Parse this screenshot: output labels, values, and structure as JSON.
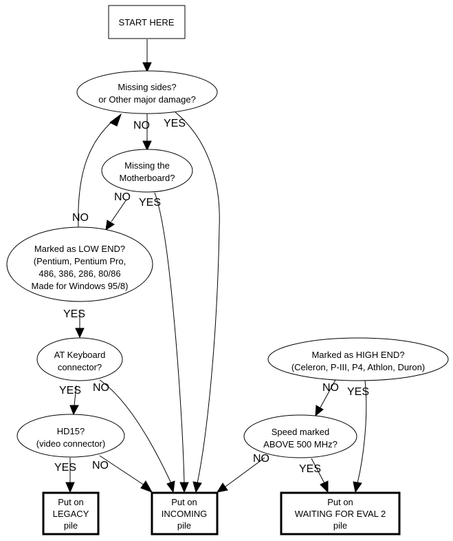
{
  "nodes": {
    "start": {
      "lines": [
        "START HERE"
      ]
    },
    "missing_sides": {
      "lines": [
        "Missing sides?",
        "or Other major damage?"
      ]
    },
    "missing_motherboard": {
      "lines": [
        "Missing the",
        "Motherboard?"
      ]
    },
    "low_end": {
      "lines": [
        "Marked as LOW END?",
        "(Pentium, Pentium Pro,",
        "486, 386, 286, 80/86",
        "Made for Windows 95/8)"
      ]
    },
    "at_keyboard": {
      "lines": [
        "AT Keyboard",
        "connector?"
      ]
    },
    "hd15": {
      "lines": [
        "HD15?",
        "(video connector)"
      ]
    },
    "high_end": {
      "lines": [
        "Marked as HIGH END?",
        "(Celeron, P-III, P4, Athlon, Duron)"
      ]
    },
    "speed": {
      "lines": [
        "Speed marked",
        "ABOVE 500 MHz?"
      ]
    },
    "legacy": {
      "lines": [
        "Put on",
        "LEGACY",
        "pile"
      ]
    },
    "incoming": {
      "lines": [
        "Put on",
        "INCOMING",
        "pile"
      ]
    },
    "waiting": {
      "lines": [
        "Put on",
        "WAITING FOR EVAL 2",
        "pile"
      ]
    }
  },
  "edges": {
    "start_to_sides": {
      "label": ""
    },
    "sides_no": {
      "label": "NO"
    },
    "sides_yes": {
      "label": "YES"
    },
    "mobo_no": {
      "label": "NO"
    },
    "mobo_yes": {
      "label": "YES"
    },
    "low_no": {
      "label": "NO"
    },
    "low_yes": {
      "label": "YES"
    },
    "at_yes": {
      "label": "YES"
    },
    "at_no": {
      "label": "NO"
    },
    "hd15_yes": {
      "label": "YES"
    },
    "hd15_no": {
      "label": "NO"
    },
    "high_no": {
      "label": "NO"
    },
    "high_yes": {
      "label": "YES"
    },
    "speed_no": {
      "label": "NO"
    },
    "speed_yes": {
      "label": "YES"
    }
  }
}
